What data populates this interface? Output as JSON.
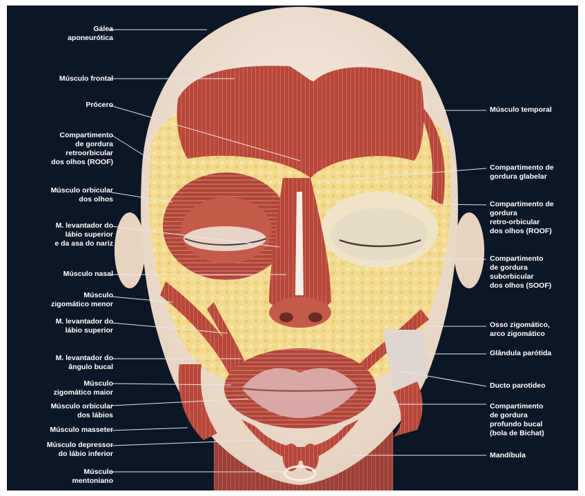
{
  "colors": {
    "background": "#0b1726",
    "skin": "#efe3d6",
    "fat": "#f2d98a",
    "muscle": "#b8473a",
    "label_text": "#ffffff",
    "leader_line": "#e8e8e8"
  },
  "labels_left": [
    {
      "id": "galea",
      "text": "Gálea\naponeurótica"
    },
    {
      "id": "frontal",
      "text": "Músculo frontal"
    },
    {
      "id": "procero",
      "text": "Prócero"
    },
    {
      "id": "roof-left",
      "text": "Compartimento\nde gordura\nretroorbicular\ndos olhos (ROOF)"
    },
    {
      "id": "orbicular-olhos",
      "text": "Músculo orbicular\ndos olhos"
    },
    {
      "id": "levantador-asa",
      "text": "M. levantador do\nlábio superior\ne da asa do nariz"
    },
    {
      "id": "nasal",
      "text": "Músculo nasal"
    },
    {
      "id": "zigomatico-menor",
      "text": "Músculo\nzigomático menor"
    },
    {
      "id": "levantador-labio",
      "text": "M. levantador do\nlábio superior"
    },
    {
      "id": "levantador-angulo",
      "text": "M. levantador do\nângulo bucal"
    },
    {
      "id": "zigomatico-maior",
      "text": "Músculo\nzigomático maior"
    },
    {
      "id": "orbicular-labios",
      "text": "Músculo orbicular\ndos lábios"
    },
    {
      "id": "masseter",
      "text": "Músculo masseter"
    },
    {
      "id": "depressor",
      "text": "Músculo depressor\ndo lábio inferior"
    },
    {
      "id": "mentoniano",
      "text": "Músculo\nmentoniano"
    }
  ],
  "labels_right": [
    {
      "id": "temporal",
      "text": "Músculo temporal"
    },
    {
      "id": "glabelar",
      "text": "Compartimento de\ngordura glabelar"
    },
    {
      "id": "roof-right",
      "text": "Compartimento de\ngordura\nretro-orbicular\ndos olhos (ROOF)"
    },
    {
      "id": "soof",
      "text": "Compartimento\nde gordura\nsuborbicular\ndos olhos (SOOF)"
    },
    {
      "id": "zigomatico-osso",
      "text": "Osso zigomático,\narco zigomático"
    },
    {
      "id": "parotida",
      "text": "Glândula parótida"
    },
    {
      "id": "ducto",
      "text": "Ducto parotídeo"
    },
    {
      "id": "bichat",
      "text": "Compartimento\nde gordura\nprofundo bucal\n(bola de Bichat)"
    },
    {
      "id": "mandibula",
      "text": "Mandíbula"
    }
  ]
}
